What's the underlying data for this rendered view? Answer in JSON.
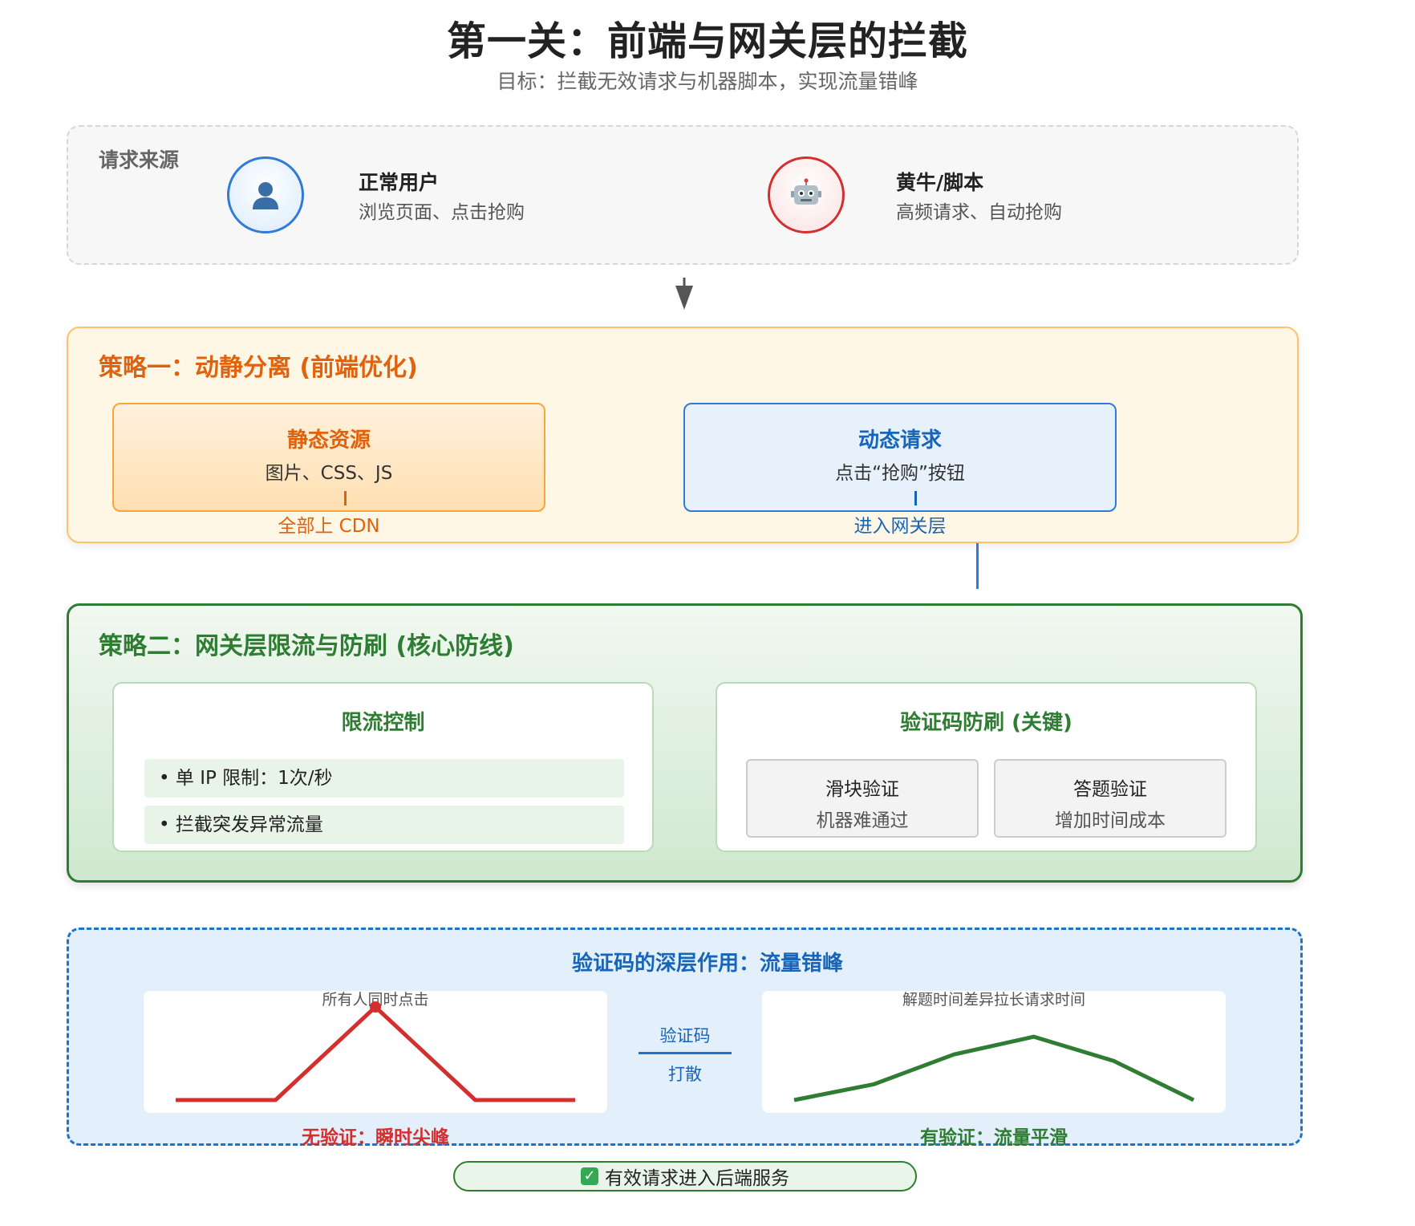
{
  "header": {
    "title": "第一关：前端与网关层的拦截",
    "subtitle": "目标：拦截无效请求与机器脚本，实现流量错峰"
  },
  "sources": {
    "label": "请求来源",
    "normal_user": {
      "icon": "user-icon",
      "name": "正常用户",
      "desc": "浏览页面、点击抢购"
    },
    "bot": {
      "icon": "robot-icon",
      "name": "黄牛/脚本",
      "desc": "高频请求、自动抢购"
    }
  },
  "strategy1": {
    "title": "策略一：动静分离 (前端优化)",
    "static": {
      "title": "静态资源",
      "desc": "图片、CSS、JS",
      "route": "全部上 CDN"
    },
    "dynamic": {
      "title": "动态请求",
      "desc": "点击“抢购”按钮",
      "route": "进入网关层"
    }
  },
  "strategy2": {
    "title": "策略二：网关层限流与防刷 (核心防线)",
    "rate_limit": {
      "title": "限流控制",
      "rules": [
        "• 单 IP 限制：1次/秒",
        "• 拦截突发异常流量"
      ]
    },
    "captcha": {
      "title": "验证码防刷 (关键)",
      "options": [
        {
          "name": "滑块验证",
          "desc": "机器难通过"
        },
        {
          "name": "答题验证",
          "desc": "增加时间成本"
        }
      ]
    }
  },
  "traffic": {
    "title": "验证码的深层作用：流量错峰",
    "middle": {
      "top": "验证码",
      "bottom": "打散"
    },
    "without": {
      "caption": "所有人同时点击",
      "verdict": "无验证：瞬时尖峰"
    },
    "with": {
      "caption": "解题时间差异拉长请求时间",
      "verdict": "有验证：流量平滑"
    }
  },
  "result": {
    "icon": "check-icon",
    "text": "有效请求进入后端服务"
  },
  "colors": {
    "orange": "#e0620c",
    "blue": "#1665b8",
    "green": "#2e7d32",
    "red": "#d32f2f"
  },
  "chart_data": [
    {
      "type": "line",
      "y": [
        0,
        0,
        1,
        0,
        0
      ]
    },
    {
      "type": "line",
      "y": [
        0,
        0.17,
        0.49,
        0.68,
        0.42,
        0
      ]
    }
  ]
}
